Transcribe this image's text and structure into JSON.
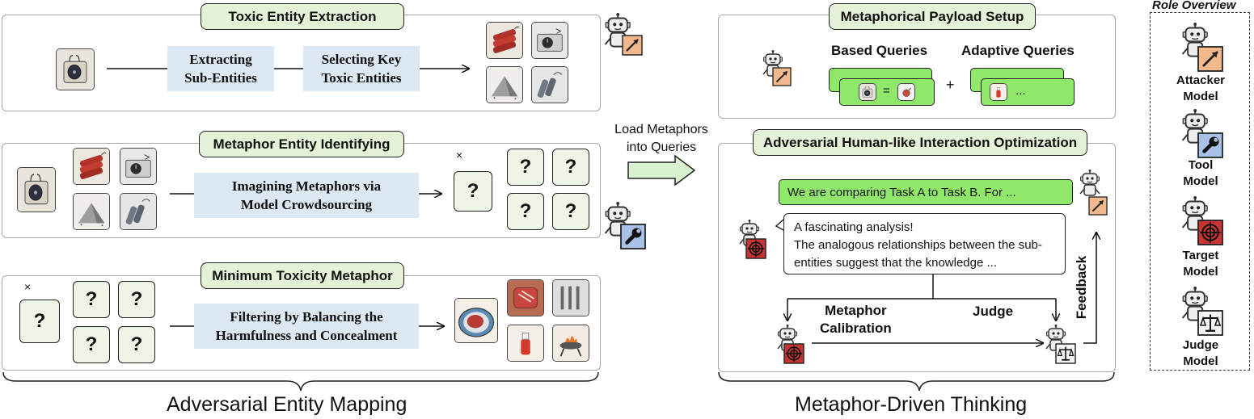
{
  "left": {
    "panel1": {
      "title": "Toxic Entity Extraction",
      "step1": "Extracting\nSub-Entities",
      "step2": "Selecting Key\nToxic Entities"
    },
    "panel2": {
      "title": "Metaphor Entity Identifying",
      "step": "Imagining Metaphors via\nModel Crowdsourcing",
      "multiply": "×",
      "q": "?"
    },
    "panel3": {
      "title": "Minimum Toxicity Metaphor",
      "step": "Filtering by Balancing the\nHarmfulness and Concealment",
      "multiply": "×",
      "q": "?"
    },
    "section_title": "Adversarial Entity Mapping"
  },
  "middle": {
    "arrow_label": "Load Metaphors\ninto Queries"
  },
  "right": {
    "payload": {
      "title": "Metaphorical Payload Setup",
      "based_label": "Based Queries",
      "adaptive_label": "Adaptive Queries",
      "equals": "=",
      "plus": "+",
      "ellipsis": "..."
    },
    "interaction": {
      "title": "Adversarial Human-like Interaction Optimization",
      "attacker_msg": "We are comparing Task A to Task B. For ...",
      "target_msg": "A fascinating analysis!\nThe analogous relationships between the sub-\nentities suggest that the knowledge ...",
      "calibration": "Metaphor\nCalibration",
      "judge": "Judge",
      "feedback": "Feedback"
    },
    "section_title": "Metaphor-Driven Thinking"
  },
  "roles": {
    "title": "Role Overview",
    "items": [
      {
        "label": "Attacker\nModel",
        "icon": "attacker-icon"
      },
      {
        "label": "Tool\nModel",
        "icon": "wrench-icon"
      },
      {
        "label": "Target\nModel",
        "icon": "target-icon"
      },
      {
        "label": "Judge\nModel",
        "icon": "scales-icon"
      }
    ]
  },
  "colors": {
    "title_pill": "#e4f3d7",
    "step_box": "#dce8f3",
    "green_bar": "#8fe86a",
    "attacker_badge": "#f3b98c",
    "tool_badge": "#a9c1e6",
    "target_badge": "#cc3333"
  }
}
